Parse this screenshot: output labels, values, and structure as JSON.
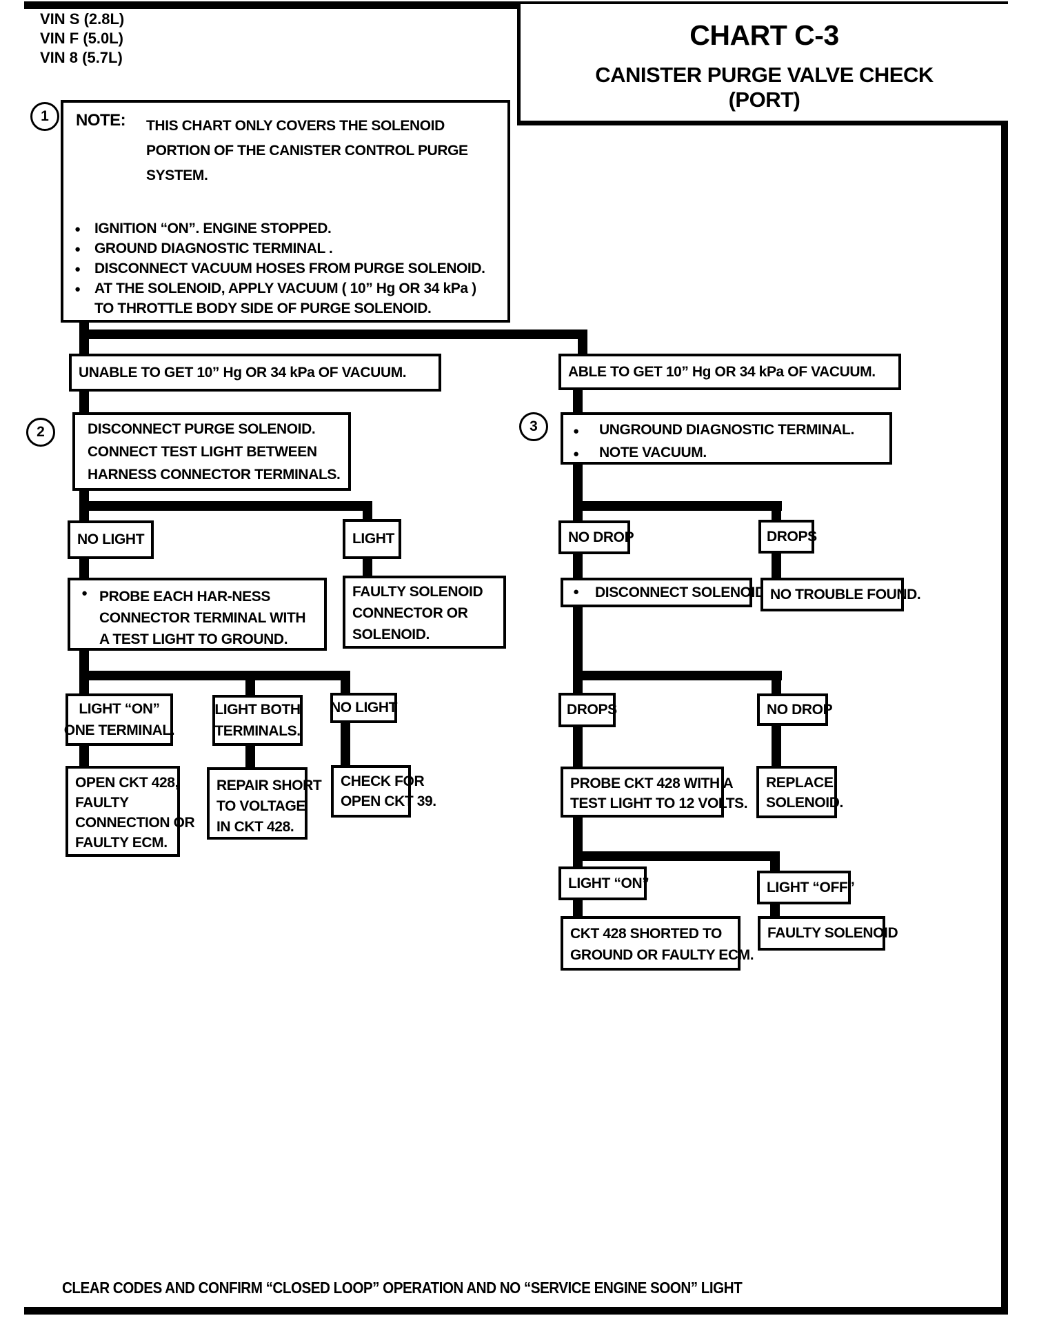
{
  "vin_labels": [
    "VIN S (2.8L)",
    "VIN F (5.0L)",
    "VIN 8 (5.7L)"
  ],
  "header": {
    "chart_id": "CHART C-3",
    "title": "CANISTER PURGE VALVE CHECK",
    "subtitle": "(PORT)"
  },
  "callouts": {
    "c1": "1",
    "c2": "2",
    "c3": "3"
  },
  "note": {
    "label": "NOTE:",
    "lines": [
      "THIS CHART ONLY COVERS THE SOLENOID",
      "PORTION OF THE CANISTER CONTROL PURGE",
      "SYSTEM."
    ],
    "bullets": [
      "IGNITION “ON”.  ENGINE STOPPED.",
      "GROUND DIAGNOSTIC TERMINAL .",
      "DISCONNECT VACUUM HOSES FROM PURGE SOLENOID.",
      "AT THE SOLENOID, APPLY VACUUM ( 10” Hg OR 34 kPa )"
    ],
    "continuation": "TO THROTTLE BODY SIDE OF PURGE SOLENOID."
  },
  "flow": {
    "unable": "UNABLE TO GET  10” Hg OR 34 kPa OF VACUUM.",
    "able": "ABLE TO GET 10” Hg OR 34 kPa OF VACUUM.",
    "disconnect_purge": {
      "lines": [
        "DISCONNECT PURGE SOLENOID.",
        "CONNECT TEST LIGHT BETWEEN",
        "HARNESS CONNECTOR TERMINALS."
      ]
    },
    "unground": {
      "bullets": [
        "UNGROUND DIAGNOSTIC TERMINAL.",
        "NOTE VACUUM."
      ]
    },
    "no_light_1": "NO LIGHT",
    "light_1": "LIGHT",
    "probe_harness": {
      "lines": [
        "PROBE EACH HAR-NESS",
        "CONNECTOR TERMINAL WITH",
        "A TEST LIGHT TO GROUND."
      ]
    },
    "faulty_connector": {
      "lines": [
        "FAULTY SOLENOID",
        "CONNECTOR OR",
        "SOLENOID."
      ]
    },
    "no_drop_1": "NO DROP",
    "drops_1": "DROPS",
    "disconnect_solenoid": "DISCONNECT SOLENOID.",
    "no_trouble_found": "NO TROUBLE FOUND.",
    "light_on_one": {
      "lines": [
        "LIGHT “ON”",
        "ONE TERMINAL."
      ]
    },
    "light_both": {
      "lines": [
        "LIGHT BOTH",
        "TERMINALS."
      ]
    },
    "no_light_2": "NO LIGHT",
    "open_ckt_428": {
      "lines": [
        "OPEN CKT 428,",
        "FAULTY",
        "CONNECTION OR",
        "FAULTY ECM."
      ]
    },
    "repair_short": {
      "lines": [
        "REPAIR SHORT",
        "TO VOLTAGE",
        "IN CKT 428."
      ]
    },
    "check_open_39": {
      "lines": [
        "CHECK FOR",
        "OPEN CKT 39."
      ]
    },
    "drops_2": "DROPS",
    "no_drop_2": "NO DROP",
    "probe_ckt_428": {
      "lines": [
        "PROBE CKT 428 WITH A",
        "TEST LIGHT TO 12 VOLTS."
      ]
    },
    "replace_solenoid": {
      "lines": [
        "REPLACE",
        "SOLENOID."
      ]
    },
    "light_on_2": "LIGHT “ON”",
    "light_off": "LIGHT “OFF”",
    "ckt_shorted": {
      "lines": [
        "CKT 428 SHORTED TO",
        "GROUND OR FAULTY ECM."
      ]
    },
    "faulty_solenoid": "FAULTY SOLENOID"
  },
  "footer": "CLEAR CODES AND CONFIRM “CLOSED LOOP” OPERATION AND NO “SERVICE ENGINE SOON” LIGHT"
}
